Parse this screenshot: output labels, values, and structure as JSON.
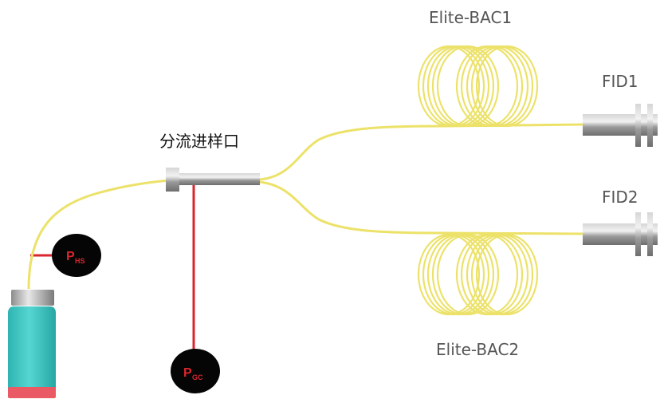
{
  "diagram": {
    "inlet_label": "分流进样口",
    "column_top_label": "Elite-BAC1",
    "column_bottom_label": "Elite-BAC2",
    "detector_top_label": "FID1",
    "detector_bottom_label": "FID2",
    "gauge_hs": {
      "main": "P",
      "sub": "HS"
    },
    "gauge_gc": {
      "main": "P",
      "sub": "GC"
    }
  },
  "colors": {
    "capillary": "#ece26a",
    "pressure_line": "#d8262e",
    "gauge_fill": "#050505",
    "vial_body": "#3ec9c5",
    "vial_bottom": "#ea5a64",
    "metal": "#a9a9a9"
  }
}
